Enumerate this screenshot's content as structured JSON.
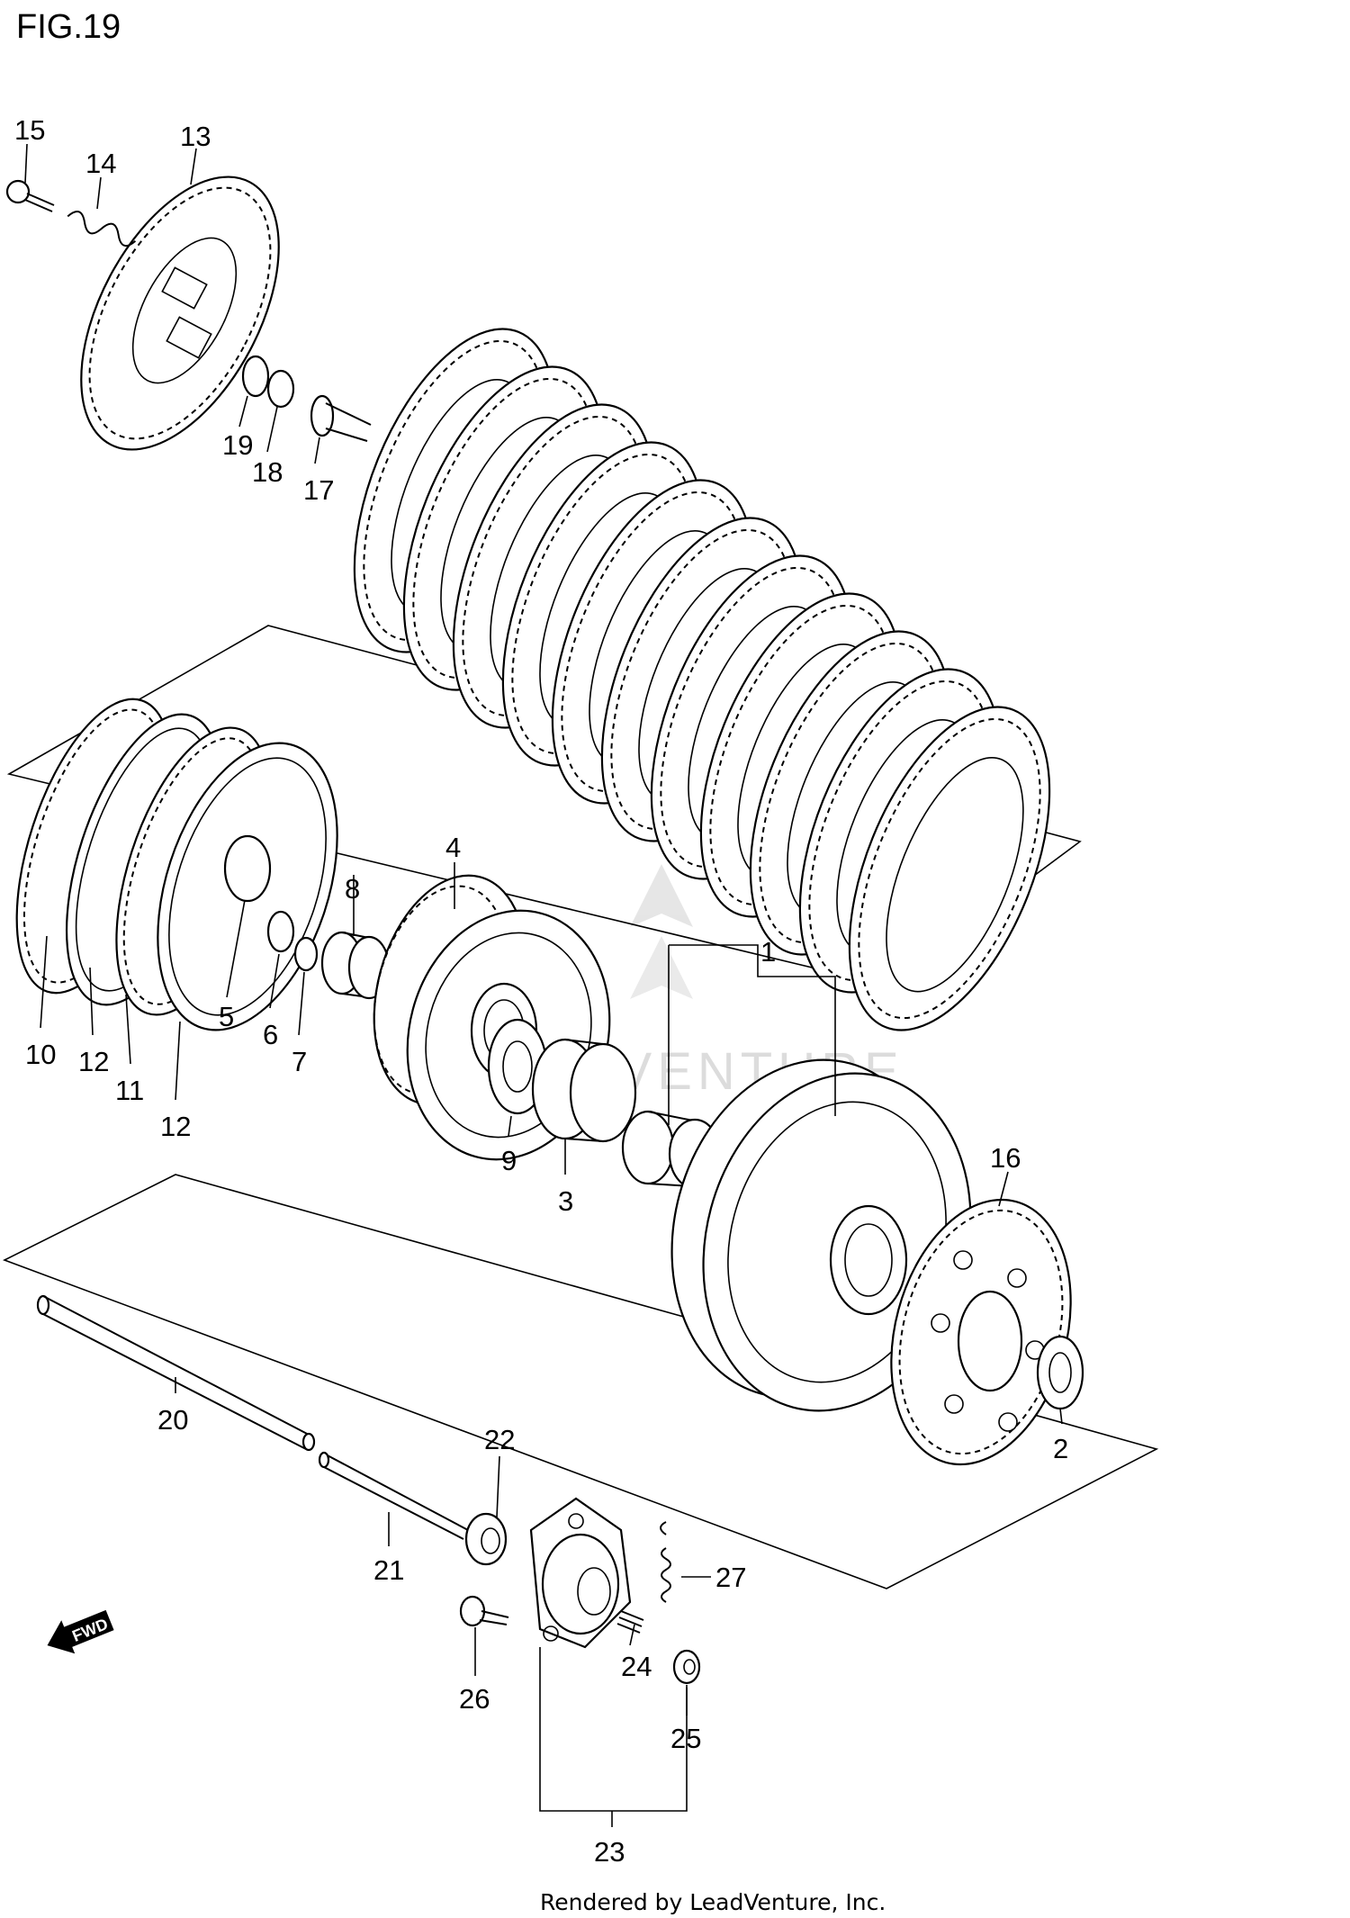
{
  "figure": {
    "title": "FIG.19"
  },
  "watermark": {
    "text": "LEADVENTURE"
  },
  "footer": {
    "text": "Rendered by LeadVenture, Inc."
  },
  "direction_badge": {
    "text": "FWD"
  },
  "callouts": [
    {
      "id": "1",
      "label": "1"
    },
    {
      "id": "2",
      "label": "2"
    },
    {
      "id": "3",
      "label": "3"
    },
    {
      "id": "4",
      "label": "4"
    },
    {
      "id": "5",
      "label": "5"
    },
    {
      "id": "6",
      "label": "6"
    },
    {
      "id": "7",
      "label": "7"
    },
    {
      "id": "8",
      "label": "8"
    },
    {
      "id": "9",
      "label": "9"
    },
    {
      "id": "10",
      "label": "10"
    },
    {
      "id": "11",
      "label": "11"
    },
    {
      "id": "12a",
      "label": "12"
    },
    {
      "id": "12b",
      "label": "12"
    },
    {
      "id": "13",
      "label": "13"
    },
    {
      "id": "14",
      "label": "14"
    },
    {
      "id": "15",
      "label": "15"
    },
    {
      "id": "16",
      "label": "16"
    },
    {
      "id": "17",
      "label": "17"
    },
    {
      "id": "18",
      "label": "18"
    },
    {
      "id": "19",
      "label": "19"
    },
    {
      "id": "20",
      "label": "20"
    },
    {
      "id": "21",
      "label": "21"
    },
    {
      "id": "22",
      "label": "22"
    },
    {
      "id": "23",
      "label": "23"
    },
    {
      "id": "24",
      "label": "24"
    },
    {
      "id": "25",
      "label": "25"
    },
    {
      "id": "26",
      "label": "26"
    },
    {
      "id": "27",
      "label": "27"
    }
  ]
}
